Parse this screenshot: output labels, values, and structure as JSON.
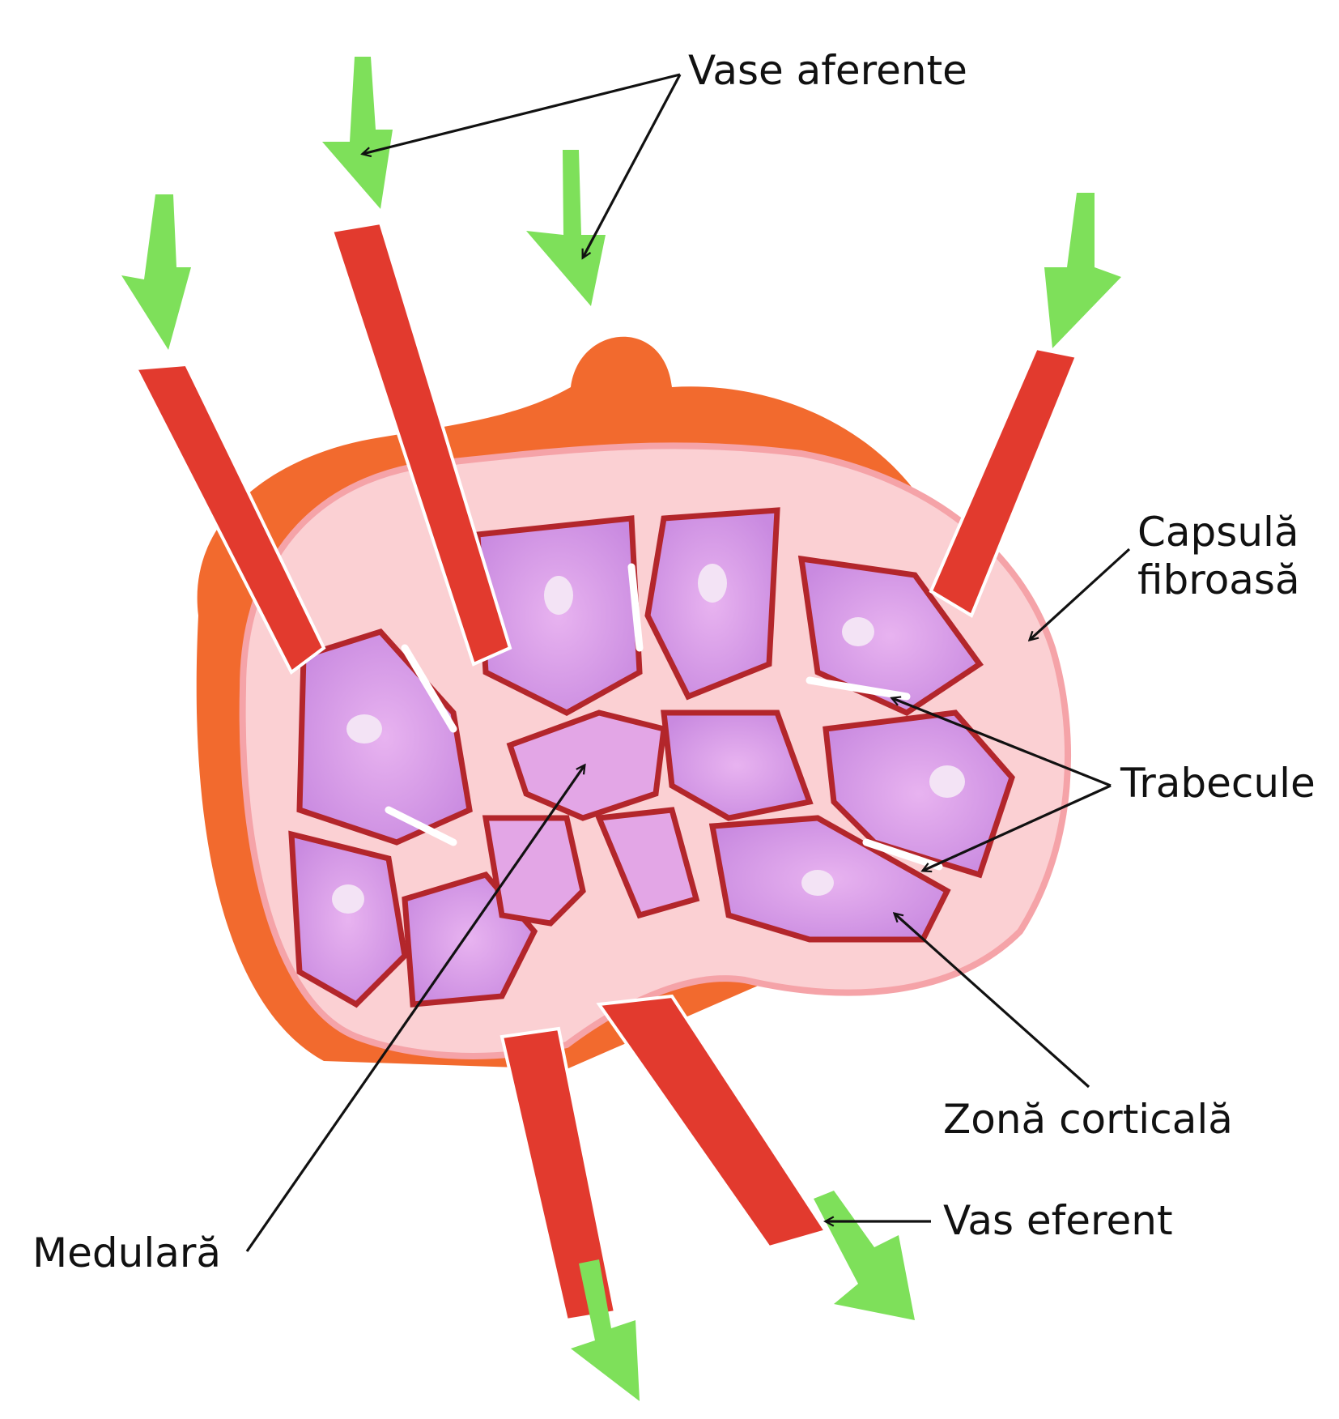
{
  "labels": {
    "vase_aferente": "Vase aferente",
    "capsula_line1": "Capsulă",
    "capsula_line2": "fibroasă",
    "trabecule": "Trabecule",
    "zona_corticala": "Zonă corticală",
    "vas_eferent": "Vas eferent",
    "medulara": "Medulară"
  },
  "colors": {
    "capsule_orange": "#f26a2e",
    "pink_cortex": "#fbd0d3",
    "lobule_purple": "#d89ae8",
    "trabecula_red": "#d42c2c",
    "arrow_green": "#7ee05a",
    "leader_line": "#111111"
  }
}
